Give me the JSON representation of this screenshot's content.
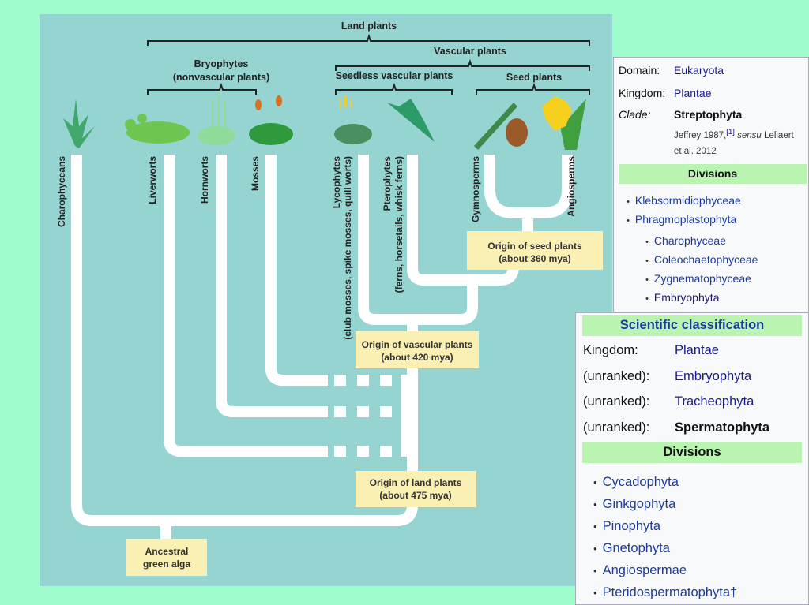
{
  "diagram": {
    "groups": {
      "land": "Land plants",
      "vascular": "Vascular plants",
      "bryophytes": "Bryophytes",
      "bryophytes_sub": "(nonvascular plants)",
      "seedless": "Seedless vascular plants",
      "seed": "Seed plants"
    },
    "taxa": {
      "charophyceans": "Charophyceans",
      "liverworts": "Liverworts",
      "hornworts": "Hornworts",
      "mosses": "Mosses",
      "lycophytes": "Lycophytes",
      "lycophytes_sub": "(club mosses, spike mosses, quill worts)",
      "pterophytes": "Pterophytes",
      "pterophytes_sub": "(ferns, horsetails, whisk ferns)",
      "gymnosperms": "Gymnosperms",
      "angiosperms": "Angiosperms"
    },
    "nodes": {
      "seed_1": "Origin of seed plants",
      "seed_2": "(about 360 mya)",
      "vasc_1": "Origin of vascular plants",
      "vasc_2": "(about 420 mya)",
      "land_1": "Origin of land plants",
      "land_2": "(about 475 mya)",
      "anc_1": "Ancestral",
      "anc_2": "green alga"
    },
    "colors": {
      "background": "#96d4d2",
      "branch": "#ffffff",
      "node_box": "#fbf0b4"
    }
  },
  "panel1": {
    "rows": [
      {
        "label": "Domain:",
        "value": "Eukaryota"
      },
      {
        "label": "Kingdom:",
        "value": "Plantae"
      },
      {
        "label": "Clade:",
        "value": "Streptophyta"
      }
    ],
    "citation_1": "Jeffrey 1987,",
    "citation_ref": "[1]",
    "citation_sensu": "sensu",
    "citation_2": "Leliaert",
    "citation_3": "et al. 2012",
    "divisions_header": "Divisions",
    "divisions": [
      "Klebsormidiophyceae",
      "Phragmoplastophyta"
    ],
    "subdivisions": [
      "Charophyceae",
      "Coleochaetophyceae",
      "Zygnematophyceae",
      "Embryophyta"
    ]
  },
  "panel2": {
    "header": "Scientific classification",
    "rows": [
      {
        "label": "Kingdom:",
        "value": "Plantae"
      },
      {
        "label": "(unranked):",
        "value": "Embryophyta"
      },
      {
        "label": "(unranked):",
        "value": "Tracheophyta"
      },
      {
        "label": "(unranked):",
        "value": "Spermatophyta"
      }
    ],
    "divisions_header": "Divisions",
    "divisions": [
      "Cycadophyta",
      "Ginkgophyta",
      "Pinophyta",
      "Gnetophyta",
      "Angiospermae",
      "Pteridospermatophyta†"
    ]
  }
}
